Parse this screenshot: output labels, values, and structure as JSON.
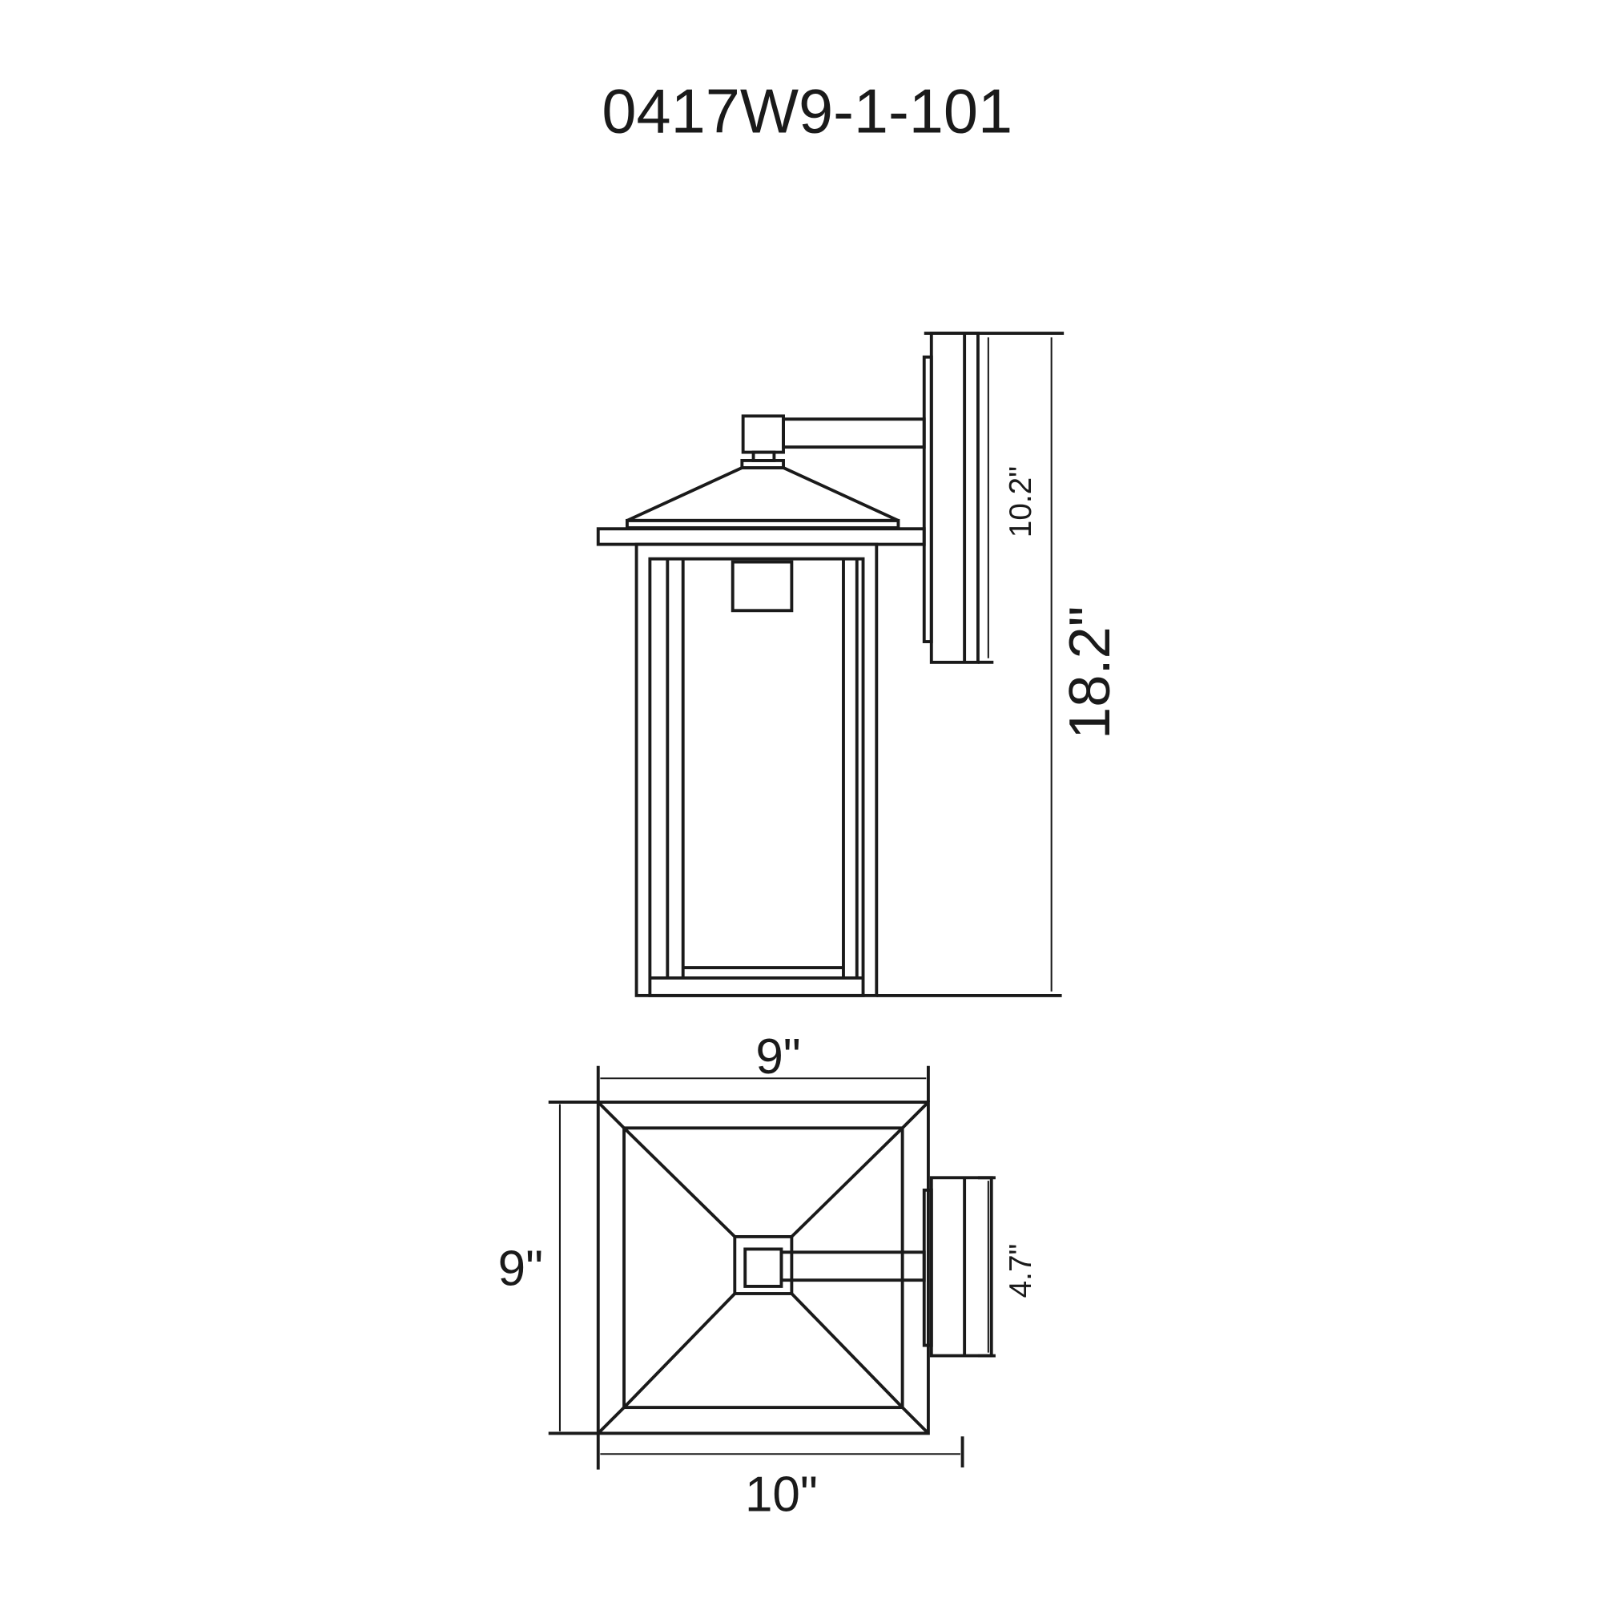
{
  "title": "0417W9-1-101",
  "side_view": {
    "backplate_height": "10.2\"",
    "overall_height": "18.2\""
  },
  "bottom_view": {
    "depth": "9\"",
    "width": "9\"",
    "overall_extension": "10\"",
    "backplate_width": "4.7\""
  },
  "colors": {
    "line": "#1a1a1a",
    "background": "#ffffff"
  }
}
